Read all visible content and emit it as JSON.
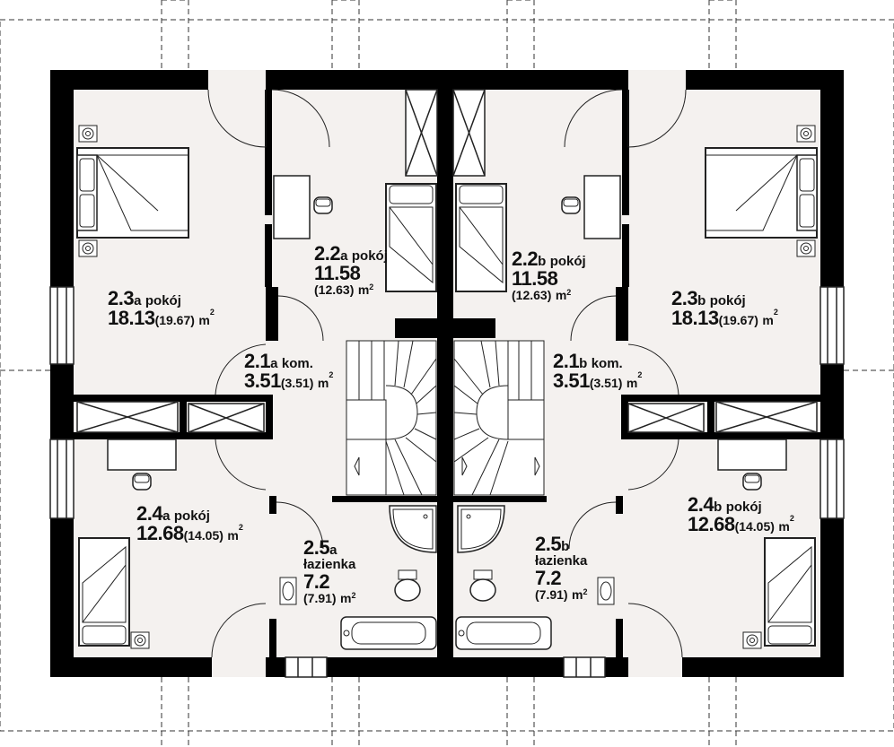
{
  "rooms": {
    "r23a": {
      "num": "2.3",
      "suffix": "a",
      "name": "pokój",
      "area": "18.13",
      "area_gross": "(19.67)",
      "unit": "m",
      "sup": "2"
    },
    "r22a": {
      "num": "2.2",
      "suffix": "a",
      "name": "pokój",
      "area": "11.58",
      "area_gross": "(12.63)",
      "unit": "m",
      "sup": "2"
    },
    "r22b": {
      "num": "2.2",
      "suffix": "b",
      "name": "pokój",
      "area": "11.58",
      "area_gross": "(12.63)",
      "unit": "m",
      "sup": "2"
    },
    "r23b": {
      "num": "2.3",
      "suffix": "b",
      "name": "pokój",
      "area": "18.13",
      "area_gross": "(19.67)",
      "unit": "m",
      "sup": "2"
    },
    "r21a": {
      "num": "2.1",
      "suffix": "a",
      "name": "kom.",
      "area": "3.51",
      "area_gross": "(3.51)",
      "unit": "m",
      "sup": "2"
    },
    "r21b": {
      "num": "2.1",
      "suffix": "b",
      "name": "kom.",
      "area": "3.51",
      "area_gross": "(3.51)",
      "unit": "m",
      "sup": "2"
    },
    "r24a": {
      "num": "2.4",
      "suffix": "a",
      "name": "pokój",
      "area": "12.68",
      "area_gross": "(14.05)",
      "unit": "m",
      "sup": "2"
    },
    "r24b": {
      "num": "2.4",
      "suffix": "b",
      "name": "pokój",
      "area": "12.68",
      "area_gross": "(14.05)",
      "unit": "m",
      "sup": "2"
    },
    "r25a": {
      "num": "2.5",
      "suffix": "a",
      "name": "łazienka",
      "area": "7.2",
      "area_gross": "(7.91)",
      "unit": "m",
      "sup": "2"
    },
    "r25b": {
      "num": "2.5",
      "suffix": "b",
      "name": "łazienka",
      "area": "7.2",
      "area_gross": "(7.91)",
      "unit": "m",
      "sup": "2"
    }
  },
  "colors": {
    "floor": "#f4f1ef",
    "wall": "#000000",
    "line": "#222222"
  }
}
